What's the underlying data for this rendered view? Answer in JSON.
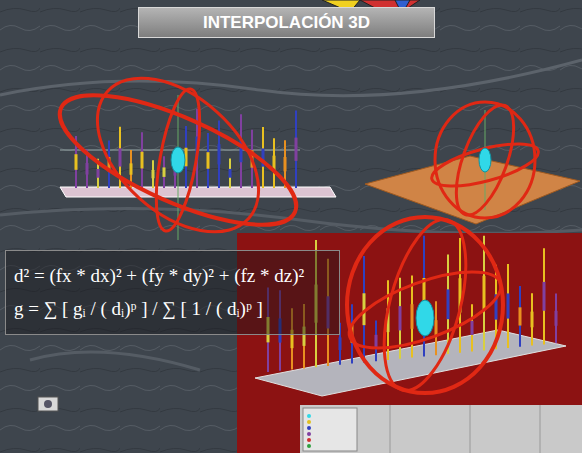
{
  "diagram": {
    "title": "INTERPOLACIÓN 3D",
    "nodes": [
      {
        "text": [
          "d² = (fx * dx)² + (fy * dy)² + (fz * dz)²",
          "g = ∑ [ gᵢ / ( dᵢ)ᵖ ] / ∑ [ 1 / ( dᵢ)ᵖ ]"
        ]
      }
    ]
  }
}
